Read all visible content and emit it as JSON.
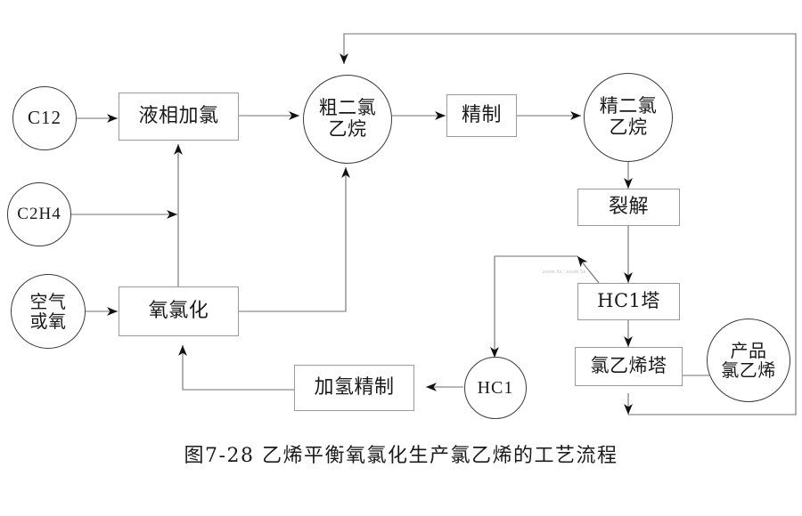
{
  "diagram": {
    "caption": "图7-28  乙烯平衡氧氯化生产氯乙烯的工艺流程",
    "artifact_text": "'.zoom  5x '.zoom  5x",
    "colors": {
      "background": "#ffffff",
      "box_stroke": "#9a9a9a",
      "circle_stroke": "#3a3a3a",
      "wire_stroke": "#6f6f6f",
      "arrow_fill": "#111111",
      "text": "#1a1a1a",
      "artifact_text": "#b9b9b9"
    },
    "nodes": [
      {
        "id": "cl2",
        "shape": "circle",
        "label": "C12",
        "script": "latin"
      },
      {
        "id": "c2h4",
        "shape": "circle",
        "label": "C2H4",
        "script": "latin"
      },
      {
        "id": "air",
        "shape": "circle",
        "label": "空气\n或氧",
        "script": "cn"
      },
      {
        "id": "liquid",
        "shape": "box",
        "label": "液相加氯",
        "script": "cn"
      },
      {
        "id": "oxychlor",
        "shape": "box",
        "label": "氧氯化",
        "script": "cn"
      },
      {
        "id": "crude_edc",
        "shape": "circle",
        "label": "粗二氯\n乙烷",
        "script": "cn"
      },
      {
        "id": "refine",
        "shape": "box",
        "label": "精制",
        "script": "cn"
      },
      {
        "id": "pure_edc",
        "shape": "circle",
        "label": "精二氯\n乙烷",
        "script": "cn"
      },
      {
        "id": "cracking",
        "shape": "box",
        "label": "裂解",
        "script": "cn"
      },
      {
        "id": "hcl_tower",
        "shape": "box",
        "label": "HC1塔",
        "script": "cn"
      },
      {
        "id": "vcm_tower",
        "shape": "box",
        "label": "氯乙烯塔",
        "script": "cn"
      },
      {
        "id": "product",
        "shape": "circle",
        "label": "产品\n氯乙烯",
        "script": "cn"
      },
      {
        "id": "hcl",
        "shape": "circle",
        "label": "HC1",
        "script": "latin"
      },
      {
        "id": "hydro",
        "shape": "box",
        "label": "加氢精制",
        "script": "cn"
      }
    ],
    "flows": [
      {
        "from": "cl2",
        "to": "liquid",
        "arrow": true
      },
      {
        "from": "c2h4",
        "to": "liquid",
        "arrow": true
      },
      {
        "from": "c2h4",
        "to": "oxychlor",
        "arrow": false
      },
      {
        "from": "air",
        "to": "oxychlor",
        "arrow": true
      },
      {
        "from": "liquid",
        "to": "crude_edc",
        "arrow": true
      },
      {
        "from": "oxychlor",
        "to": "crude_edc",
        "arrow": true
      },
      {
        "from": "crude_edc",
        "to": "refine",
        "arrow": true
      },
      {
        "from": "refine",
        "to": "pure_edc",
        "arrow": true
      },
      {
        "from": "pure_edc",
        "to": "cracking",
        "arrow": true
      },
      {
        "from": "cracking",
        "to": "hcl_tower",
        "arrow": true
      },
      {
        "from": "hcl_tower",
        "to": "hcl",
        "arrow": true
      },
      {
        "from": "hcl_tower",
        "to": "vcm_tower",
        "arrow": true
      },
      {
        "from": "vcm_tower",
        "to": "product",
        "arrow": false
      },
      {
        "from": "vcm_tower",
        "to": "crude_edc",
        "arrow": true
      },
      {
        "from": "hcl",
        "to": "hydro",
        "arrow": true
      },
      {
        "from": "hydro",
        "to": "oxychlor",
        "arrow": true
      }
    ]
  }
}
